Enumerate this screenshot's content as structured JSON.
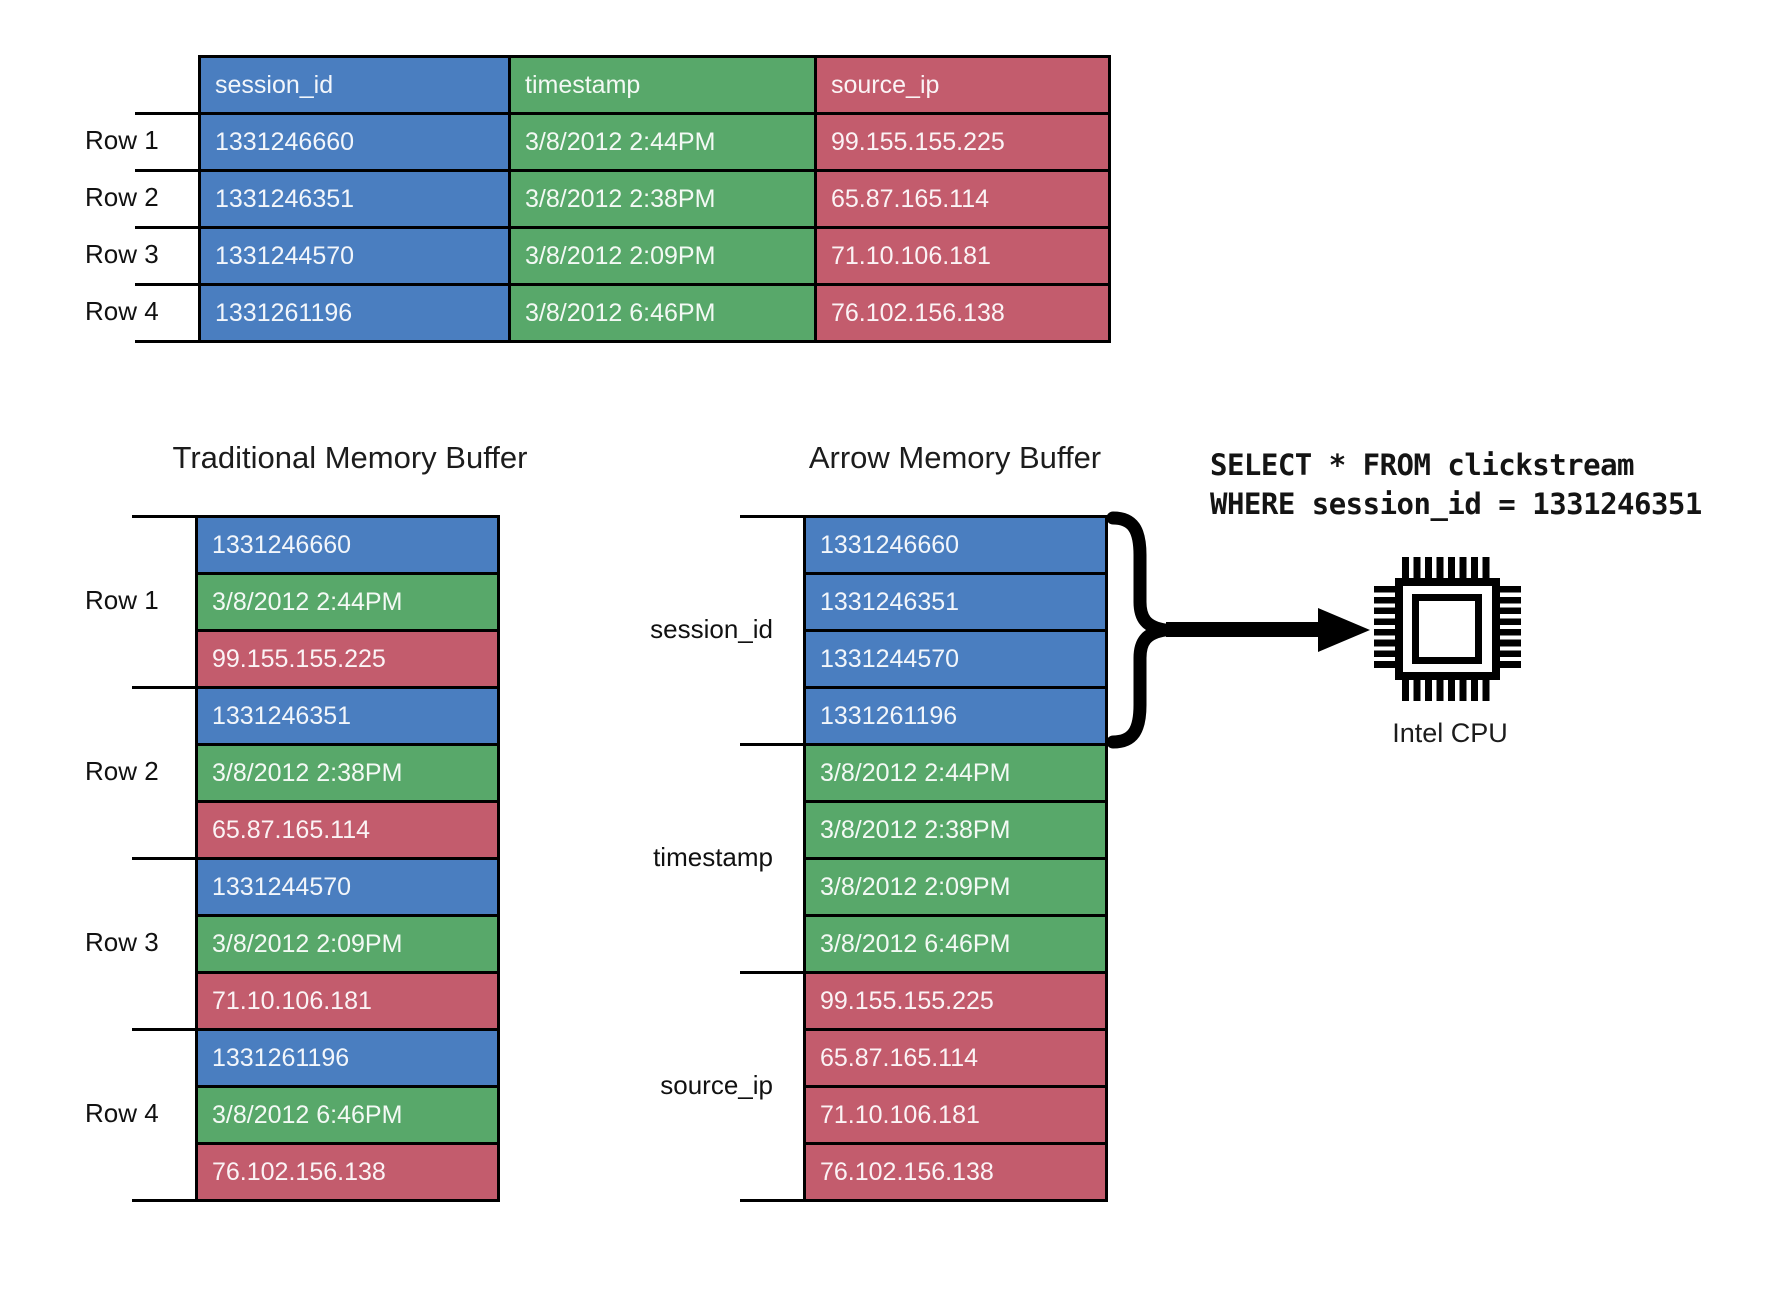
{
  "colors": {
    "blue": "#4a7ec0",
    "green": "#58a86a",
    "red": "#c35c6d",
    "border": "#000000",
    "cell_text": "rgba(255,255,255,0.93)",
    "label_text": "#111111"
  },
  "top_table": {
    "row_labels": [
      "Row 1",
      "Row 2",
      "Row 3",
      "Row 4"
    ],
    "columns": [
      {
        "header": "session_id",
        "color": "blue",
        "values": [
          "1331246660",
          "1331246351",
          "1331244570",
          "1331261196"
        ]
      },
      {
        "header": "timestamp",
        "color": "green",
        "values": [
          "3/8/2012 2:44PM",
          "3/8/2012 2:38PM",
          "3/8/2012 2:09PM",
          "3/8/2012 6:46PM"
        ]
      },
      {
        "header": "source_ip",
        "color": "red",
        "values": [
          "99.155.155.225",
          "65.87.165.114",
          "71.10.106.181",
          "76.102.156.138"
        ]
      }
    ]
  },
  "traditional": {
    "title": "Traditional Memory Buffer",
    "row_labels": [
      "Row 1",
      "Row 2",
      "Row 3",
      "Row 4"
    ],
    "cells": [
      {
        "text": "1331246660",
        "color": "blue"
      },
      {
        "text": "3/8/2012 2:44PM",
        "color": "green"
      },
      {
        "text": "99.155.155.225",
        "color": "red"
      },
      {
        "text": "1331246351",
        "color": "blue"
      },
      {
        "text": "3/8/2012 2:38PM",
        "color": "green"
      },
      {
        "text": "65.87.165.114",
        "color": "red"
      },
      {
        "text": "1331244570",
        "color": "blue"
      },
      {
        "text": "3/8/2012 2:09PM",
        "color": "green"
      },
      {
        "text": "71.10.106.181",
        "color": "red"
      },
      {
        "text": "1331261196",
        "color": "blue"
      },
      {
        "text": "3/8/2012 6:46PM",
        "color": "green"
      },
      {
        "text": "76.102.156.138",
        "color": "red"
      }
    ]
  },
  "arrow": {
    "title": "Arrow Memory Buffer",
    "group_labels": [
      "session_id",
      "timestamp",
      "source_ip"
    ],
    "cells": [
      {
        "text": "1331246660",
        "color": "blue"
      },
      {
        "text": "1331246351",
        "color": "blue"
      },
      {
        "text": "1331244570",
        "color": "blue"
      },
      {
        "text": "1331261196",
        "color": "blue"
      },
      {
        "text": "3/8/2012 2:44PM",
        "color": "green"
      },
      {
        "text": "3/8/2012 2:38PM",
        "color": "green"
      },
      {
        "text": "3/8/2012 2:09PM",
        "color": "green"
      },
      {
        "text": "3/8/2012 6:46PM",
        "color": "green"
      },
      {
        "text": "99.155.155.225",
        "color": "red"
      },
      {
        "text": "65.87.165.114",
        "color": "red"
      },
      {
        "text": "71.10.106.181",
        "color": "red"
      },
      {
        "text": "76.102.156.138",
        "color": "red"
      }
    ]
  },
  "query": {
    "line1": "SELECT * FROM clickstream",
    "line2": "WHERE session_id = 1331246351"
  },
  "cpu": {
    "label": "Intel CPU"
  },
  "icons": {
    "brace": "curly-brace-icon",
    "arrow": "right-arrow-icon",
    "cpu": "cpu-chip-icon"
  }
}
